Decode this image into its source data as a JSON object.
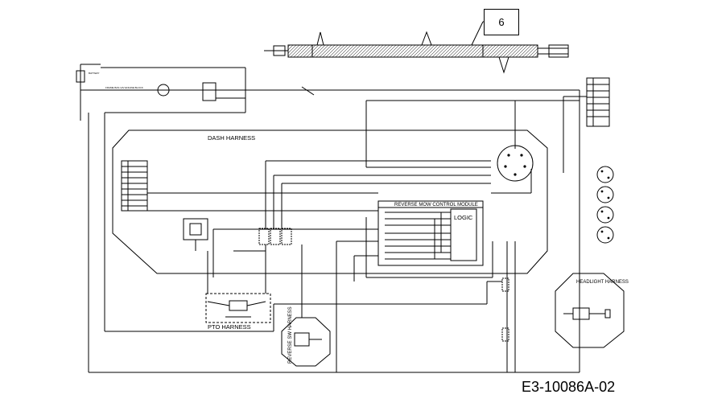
{
  "part_callout": "6",
  "document_id": "E3-10086A-02",
  "labels": {
    "dash_harness": "DASH HARNESS",
    "reverse_module": "REVERSE MOW CONTROL MODULE",
    "logic": "LOGIC",
    "pto_harness": "PTO HARNESS",
    "reverse_sw_harness": "REVERSE SW HARNESS",
    "headlight_harness": "HEADLIGHT HARNESS"
  },
  "colors": {
    "line": "#000000",
    "background": "#ffffff"
  }
}
